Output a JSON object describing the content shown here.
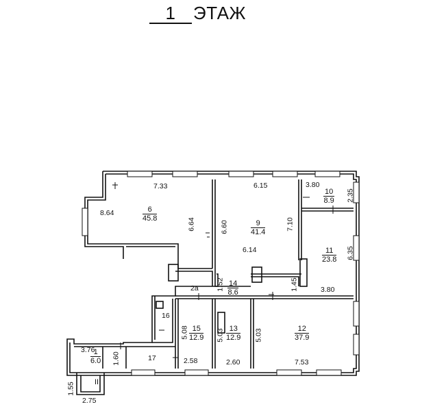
{
  "title": {
    "floor_number": "1",
    "floor_word": "ЭТАЖ"
  },
  "rooms": [
    {
      "number": "6",
      "area": "45.8"
    },
    {
      "number": "9",
      "area": "41.4"
    },
    {
      "number": "10",
      "area": "8.9"
    },
    {
      "number": "11",
      "area": "23.8"
    },
    {
      "number": "14",
      "area": "8.6"
    },
    {
      "number": "15",
      "area": "12.9"
    },
    {
      "number": "13",
      "area": "12.9"
    },
    {
      "number": "12",
      "area": "37.9"
    },
    {
      "number": "1",
      "area": "6.0"
    }
  ],
  "room_labels_plain": [
    "2а",
    "16",
    "17"
  ],
  "marks": [
    "II"
  ],
  "dimensions": [
    "7.33",
    "8.64",
    "6.64",
    "6.15",
    "6.60",
    "7.10",
    "3.80",
    "2.35",
    "6.14",
    "6.35",
    "1.52",
    "1.45",
    "3.80",
    "5.08",
    "5.03",
    "5.03",
    "3.76",
    "1.60",
    "2.58",
    "2.60",
    "7.53",
    "1.55",
    "2.75"
  ]
}
